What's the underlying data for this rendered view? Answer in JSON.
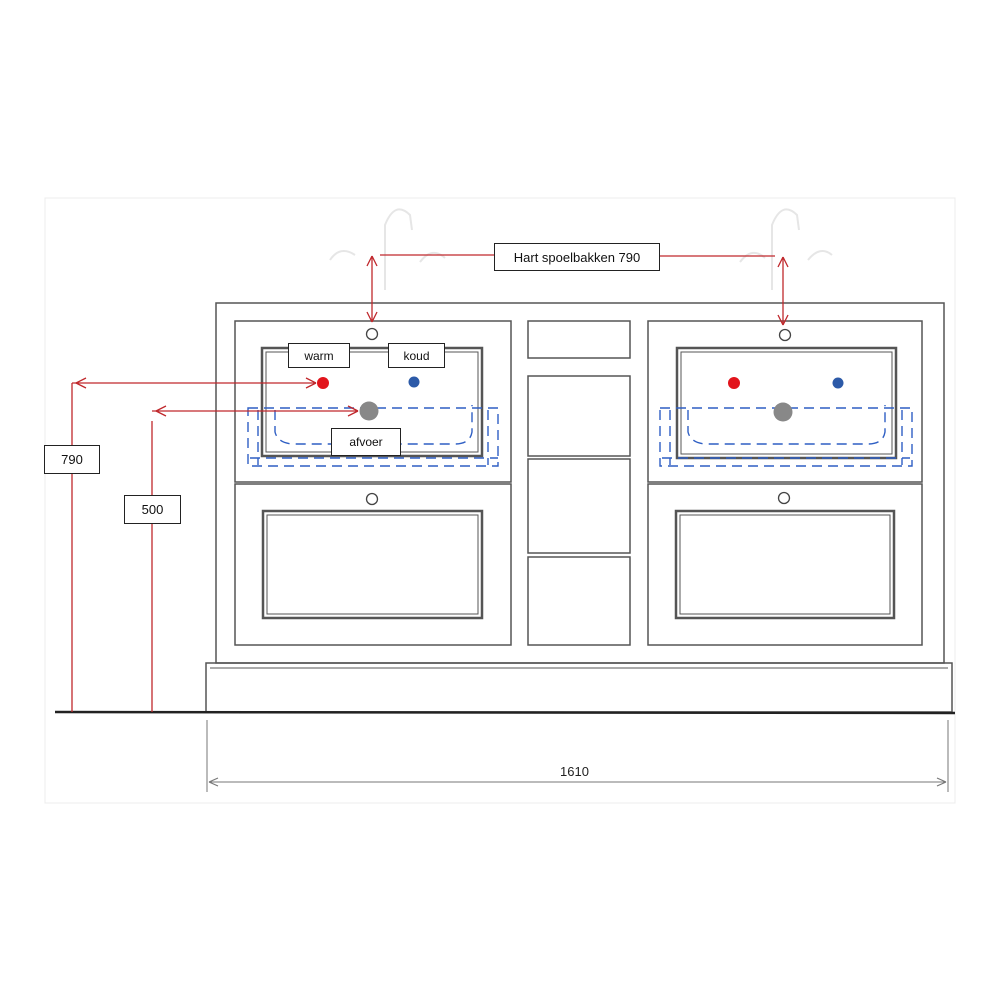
{
  "labels": {
    "hart_spoelbakken": "Hart spoelbakken  790",
    "warm": "warm",
    "koud": "koud",
    "afvoer": "afvoer",
    "height_790": "790",
    "height_500": "500",
    "width_1610": "1610"
  },
  "colors": {
    "dimension": "#c0282c",
    "line": "#555555",
    "warm": "#e2141c",
    "koud": "#2c5aa8",
    "afvoer": "#888888",
    "sink": "#2f5fc4"
  }
}
